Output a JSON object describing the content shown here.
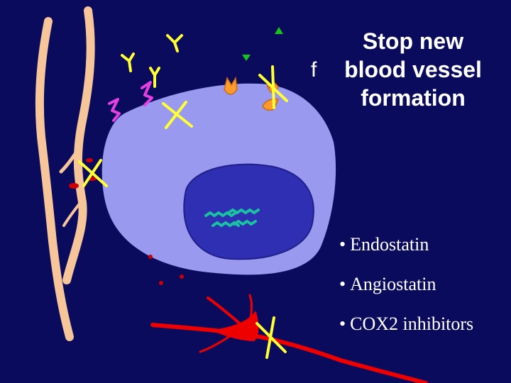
{
  "slide": {
    "title_lines": [
      "Stop new",
      "blood vessel",
      "formation"
    ],
    "stray_glyph": "f",
    "bullet_symbol": "•",
    "bullets": [
      "Endostatin",
      "Angiostatin",
      "COX2 inhibitors"
    ]
  },
  "colors": {
    "background": "#0b0b5e",
    "cell": "#9999f0",
    "nucleus": "#2f2fb3",
    "vessel_beige": "#f7c59a",
    "vessel_red": "#ee0000",
    "blocker_x": "#ffff33",
    "antibody_y": "#ffff33",
    "dna": "#19c2a0",
    "receptor": "#ff9b2e",
    "magenta_ligand": "#e43fe0",
    "ligand_triangle": "#19c219"
  },
  "icons": [
    "block-x-icon",
    "antibody-y-icon",
    "receptor-icon",
    "ligand-triangle-icon",
    "dna-icon"
  ]
}
